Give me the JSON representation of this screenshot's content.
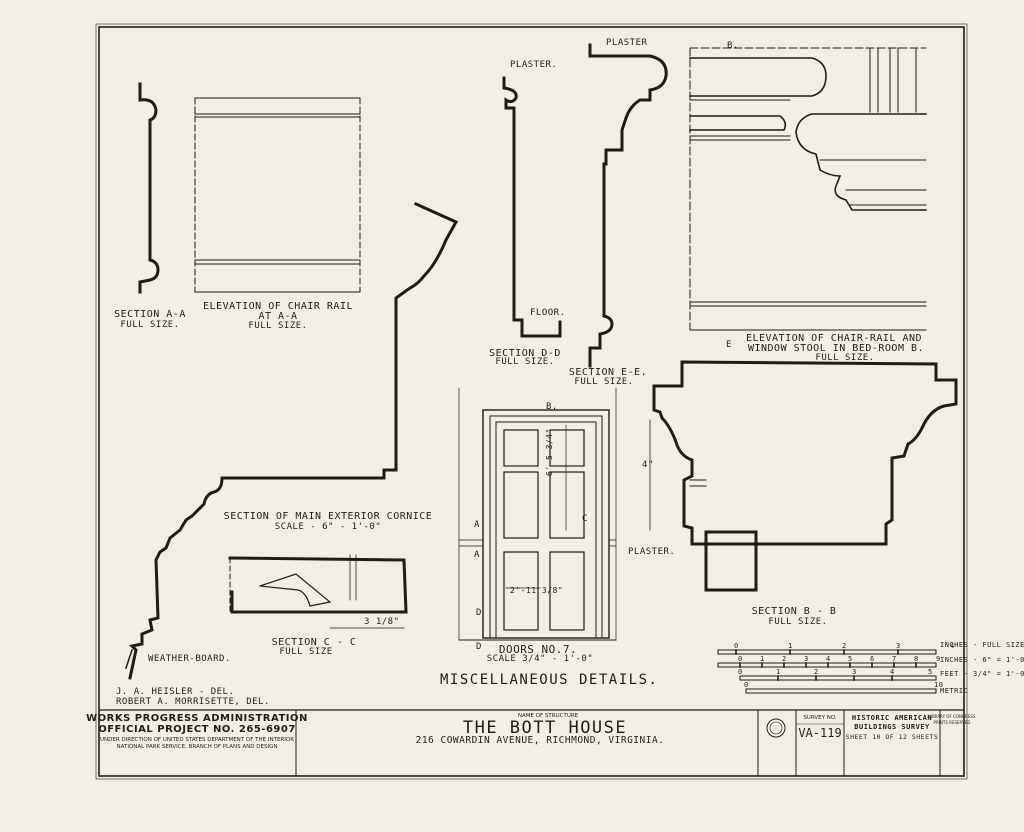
{
  "drawing": {
    "title": "MISCELLANEOUS DETAILS.",
    "sections": {
      "a_a": {
        "title": "SECTION A-A",
        "scale": "FULL SIZE."
      },
      "chair_rail": {
        "title": "ELEVATION OF CHAIR RAIL",
        "line2": "AT A-A",
        "scale": "FULL SIZE."
      },
      "d_d": {
        "title": "SECTION D-D",
        "scale": "FULL SIZE."
      },
      "e_e": {
        "title": "SECTION E-E.",
        "scale": "FULL SIZE."
      },
      "chair_rail_stool": {
        "title": "ELEVATION OF CHAIR-RAIL AND",
        "line2": "WINDOW STOOL IN BED-ROOM B.",
        "scale": "FULL SIZE."
      },
      "cornice": {
        "title": "SECTION OF MAIN EXTERIOR CORNICE",
        "scale": "SCALE - 6\" - 1'-0\""
      },
      "c_c": {
        "title": "SECTION C - C",
        "scale": "FULL SIZE"
      },
      "doors": {
        "title": "DOORS NO.7.",
        "scale": "SCALE 3/4\" - 1'-0\""
      },
      "b_b": {
        "title": "SECTION B - B",
        "scale": "FULL SIZE."
      }
    },
    "callouts": {
      "plaster_1": "PLASTER.",
      "plaster_2": "PLASTER",
      "plaster_3": "PLASTER.",
      "floor": "FLOOR.",
      "weather_board": "WEATHER-BOARD.",
      "b_mark": "B.",
      "e_mark": "E",
      "a_mark": "A",
      "c_mark": "C",
      "d_mark": "D",
      "door_width": "2'-11 3/8\"",
      "door_height": "6'-5 3/4\"",
      "bb_height": "4\"",
      "cc_dim": "3 1/8\""
    },
    "scales": {
      "inches_full": "INCHES - FULL SIZE",
      "inches_6": "INCHES - 6\" = 1'-0\"",
      "feet": "FEET - 3/4\" = 1'-0\"",
      "metric": "METRIC",
      "row1_ticks": [
        "0",
        "1",
        "2",
        "3",
        "4"
      ],
      "row2_ticks": [
        "0",
        "1",
        "2",
        "3",
        "4",
        "5",
        "6",
        "7",
        "8",
        "9"
      ],
      "row3_ticks": [
        "0",
        "1",
        "2",
        "3",
        "4",
        "5"
      ],
      "row4_ticks": [
        "0",
        "10"
      ]
    },
    "delineators": [
      "J. A. HEISLER - DEL.",
      "ROBERT A. MORRISETTE, DEL."
    ]
  },
  "title_block": {
    "wpa": "WORKS PROGRESS ADMINISTRATION",
    "project": "OFFICIAL PROJECT NO. 265-6907",
    "under1": "UNDER DIRECTION OF UNITED STATES DEPARTMENT OF THE INTERIOR",
    "under2": "NATIONAL PARK SERVICE, BRANCH OF PLANS AND DESIGN",
    "name_label": "NAME OF STRUCTURE",
    "structure_name": "THE BOTT HOUSE",
    "address": "216 COWARDIN AVENUE, RICHMOND, VIRGINIA.",
    "survey_label": "SURVEY NO.",
    "survey_no": "VA-119",
    "habs1": "HISTORIC AMERICAN",
    "habs2": "BUILDINGS SURVEY",
    "sheet": "SHEET 10 OF 12 SHEETS",
    "loc1": "LIBRARY OF CONGRESS",
    "loc2": "PRINTS RESERVED"
  }
}
